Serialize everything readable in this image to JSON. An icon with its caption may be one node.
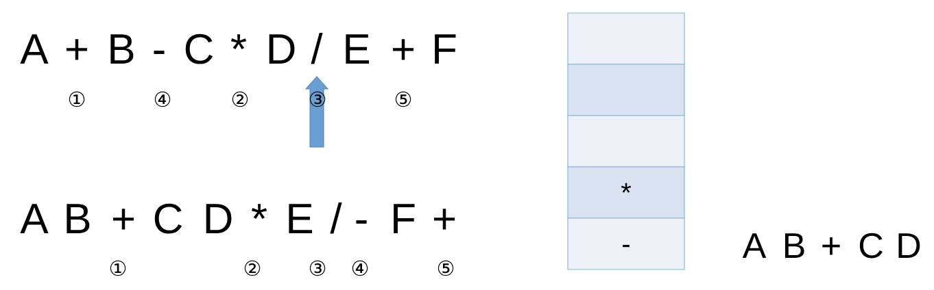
{
  "diagram": {
    "nodes": [
      {
        "text": [],
        "shape": "box"
      },
      {
        "text": [],
        "shape": "box"
      },
      {
        "text": [],
        "shape": "box"
      },
      {
        "text": [
          "*"
        ]
      },
      {
        "text": [
          "-"
        ]
      }
    ],
    "edges": [],
    "labels": [
      "A",
      "+",
      "B",
      "-",
      "C",
      "*",
      "D",
      "/",
      "E",
      "+",
      "F",
      "①",
      "④",
      "②",
      "③",
      "⑤",
      "A",
      "B",
      "+",
      "C",
      "D",
      "*",
      "E",
      "/",
      "-",
      "F",
      "+",
      "①",
      "②",
      "③",
      "④",
      "⑤",
      "A",
      "B",
      "+",
      "C",
      "D"
    ]
  }
}
